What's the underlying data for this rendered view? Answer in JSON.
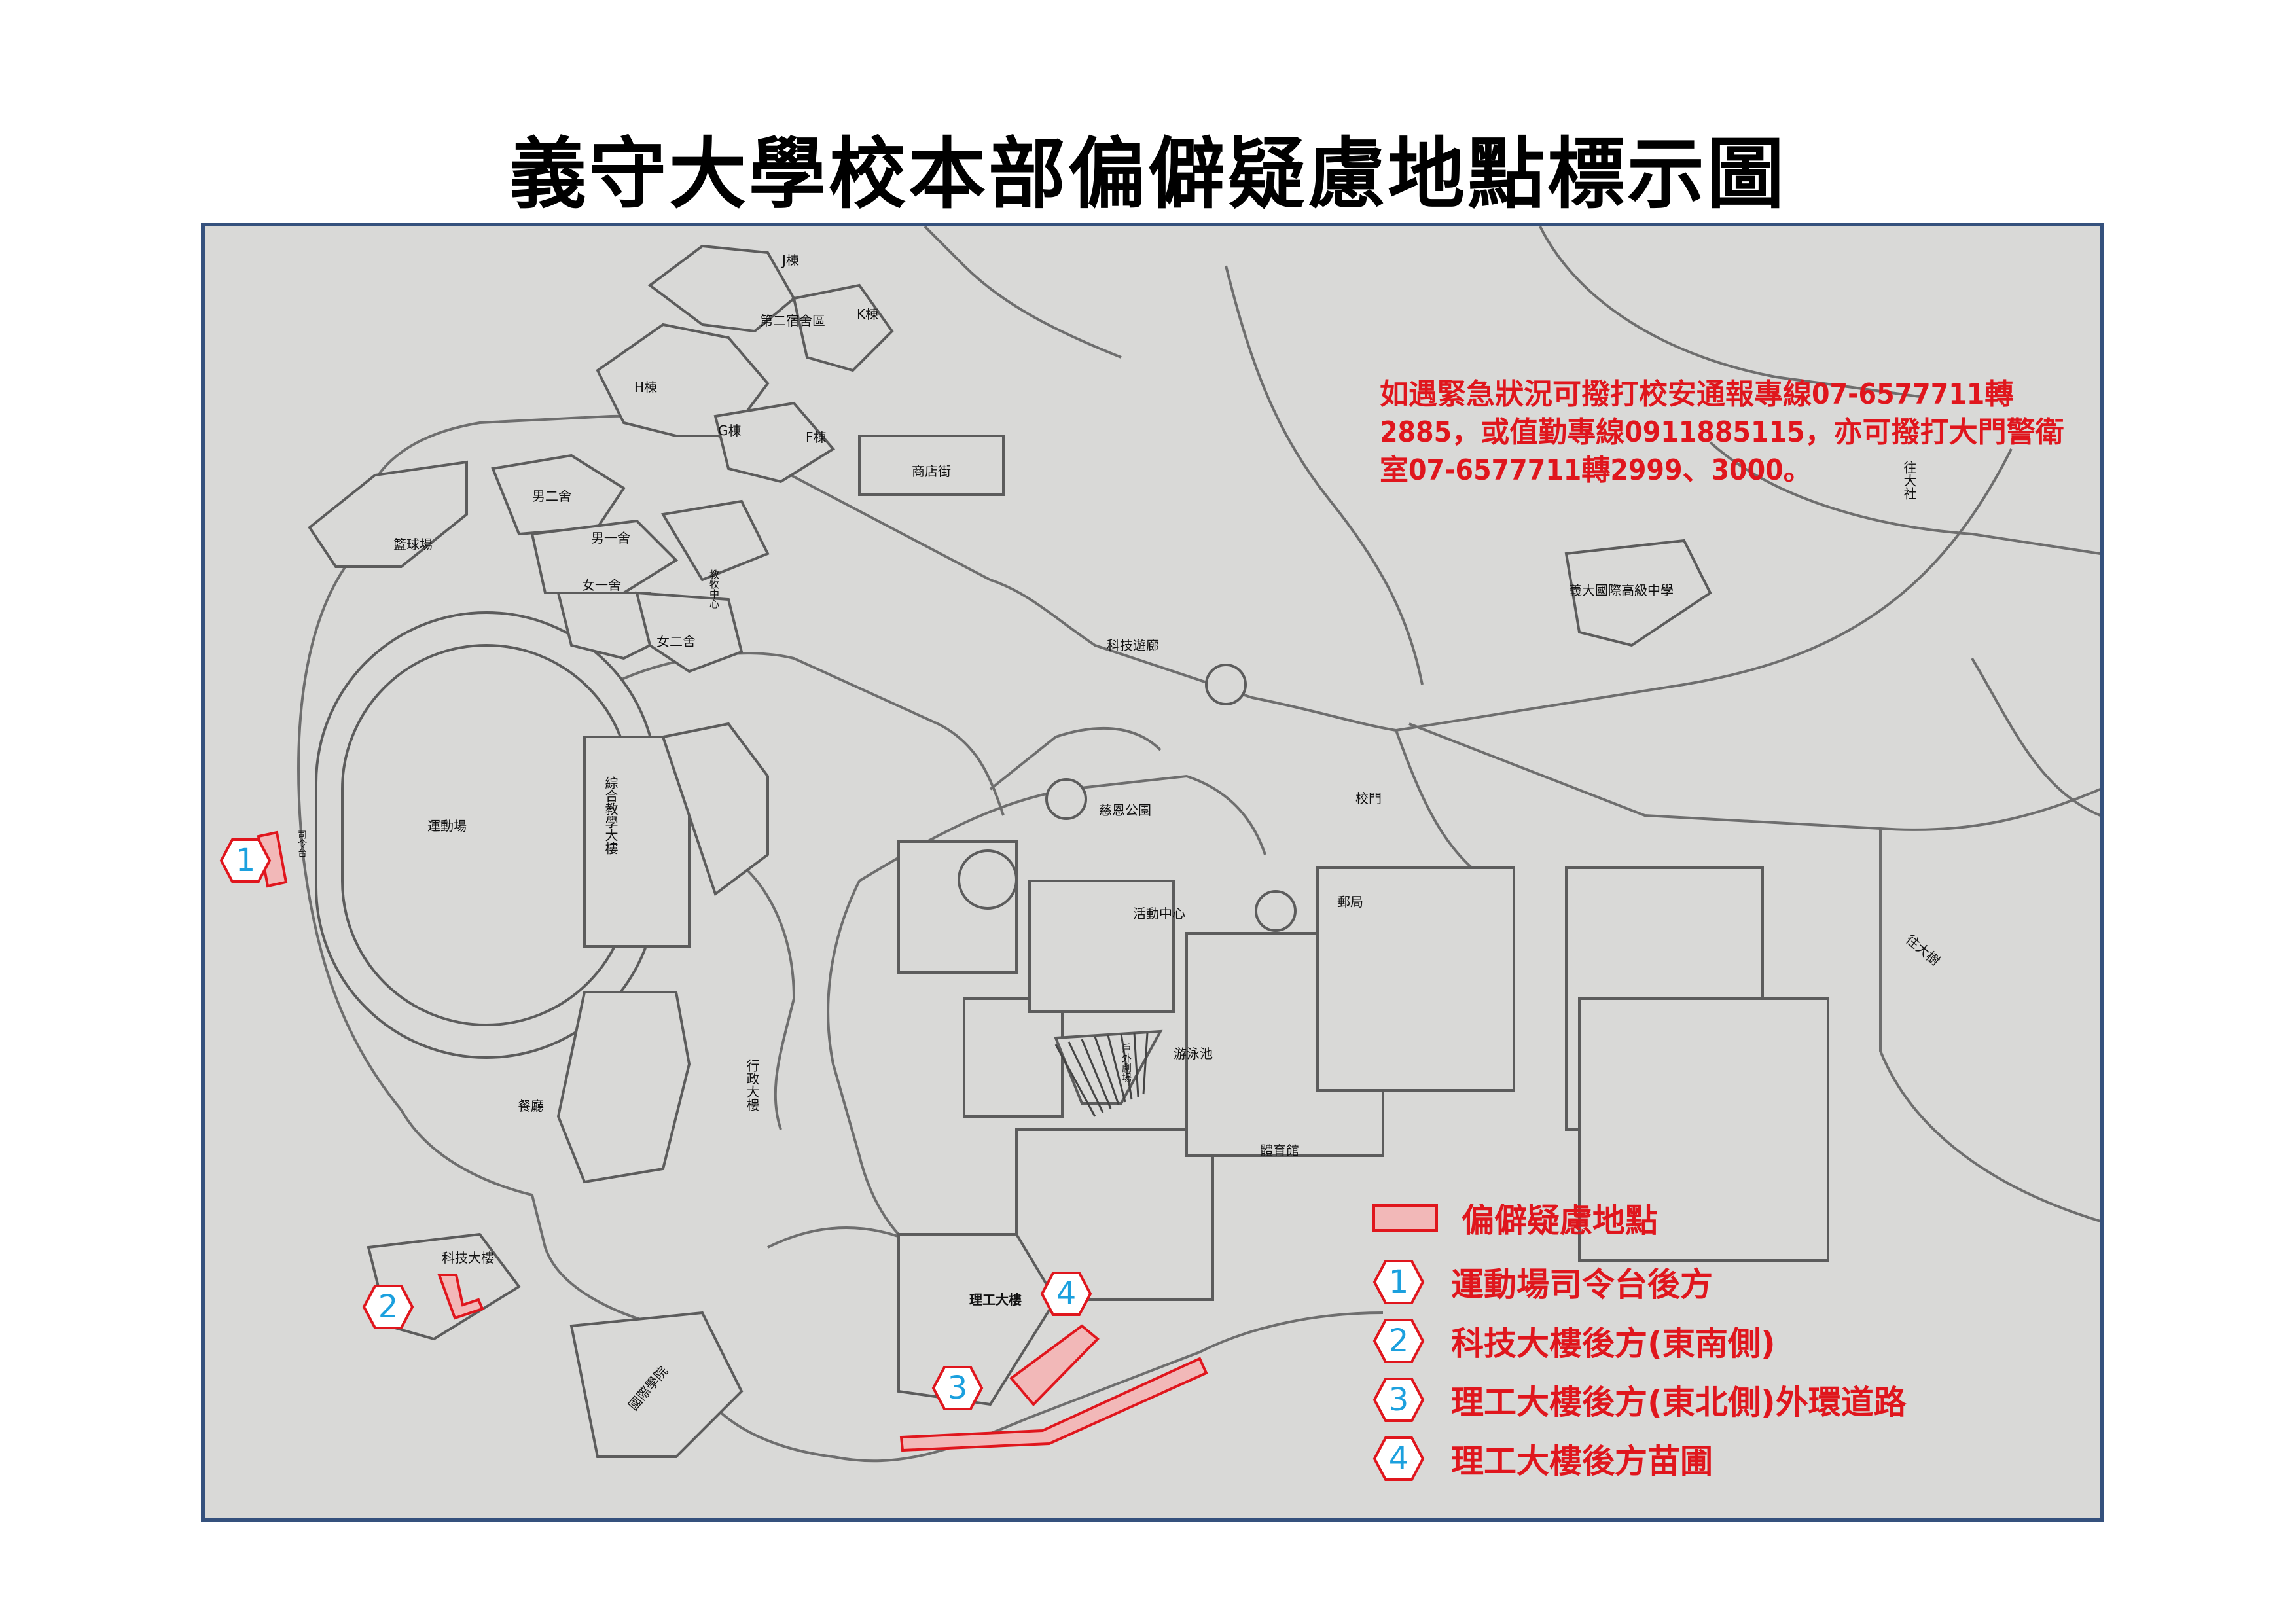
{
  "title": "義守大學校本部偏僻疑慮地點標示圖",
  "notice": "如遇緊急狀況可撥打校安通報專線07-6577711轉2885，或值勤專線0911885115，亦可撥打大門警衛室07-6577711轉2999、3000。",
  "colors": {
    "highlight_fill": "#f2b8b8",
    "highlight_stroke": "#e0161d",
    "marker_stroke": "#e0161d",
    "marker_text": "#1ba0de",
    "frame": "#35517d"
  },
  "legend": {
    "title": "偏僻疑慮地點",
    "items": [
      {
        "num": "1",
        "label": "運動場司令台後方"
      },
      {
        "num": "2",
        "label": "科技大樓後方(東南側)"
      },
      {
        "num": "3",
        "label": "理工大樓後方(東北側)外環道路"
      },
      {
        "num": "4",
        "label": "理工大樓後方苗圃"
      }
    ]
  },
  "markers": {
    "m1": "1",
    "m2": "2",
    "m3": "3",
    "m4": "4"
  },
  "places": {
    "j": "J棟",
    "k": "K棟",
    "h": "H棟",
    "g": "G棟",
    "f": "F棟",
    "dorm2": "第二宿舍區",
    "shop": "商店街",
    "male2": "男二舍",
    "male1": "男一舍",
    "female1": "女一舍",
    "female2": "女二舍",
    "basketball": "籃球場",
    "tech_gallery": "科技遊廊",
    "school_gate": "校門",
    "cien_park": "慈恩公園",
    "field": "運動場",
    "podium": "司令台",
    "comprehensive": "綜合教學大樓",
    "activity": "活動中心",
    "pool": "游泳池",
    "gym": "體育館",
    "post": "郵局",
    "admin": "行政大樓",
    "restaurant": "餐廳",
    "outdoor": "戶外劇場",
    "tech_building": "科技大樓",
    "intl_college": "國際學院",
    "science": "理工大樓",
    "intl_high": "義大國際高級中學",
    "to_dashe": "往大社",
    "to_dashu": "往大樹",
    "faith_center": "教牧中心"
  }
}
